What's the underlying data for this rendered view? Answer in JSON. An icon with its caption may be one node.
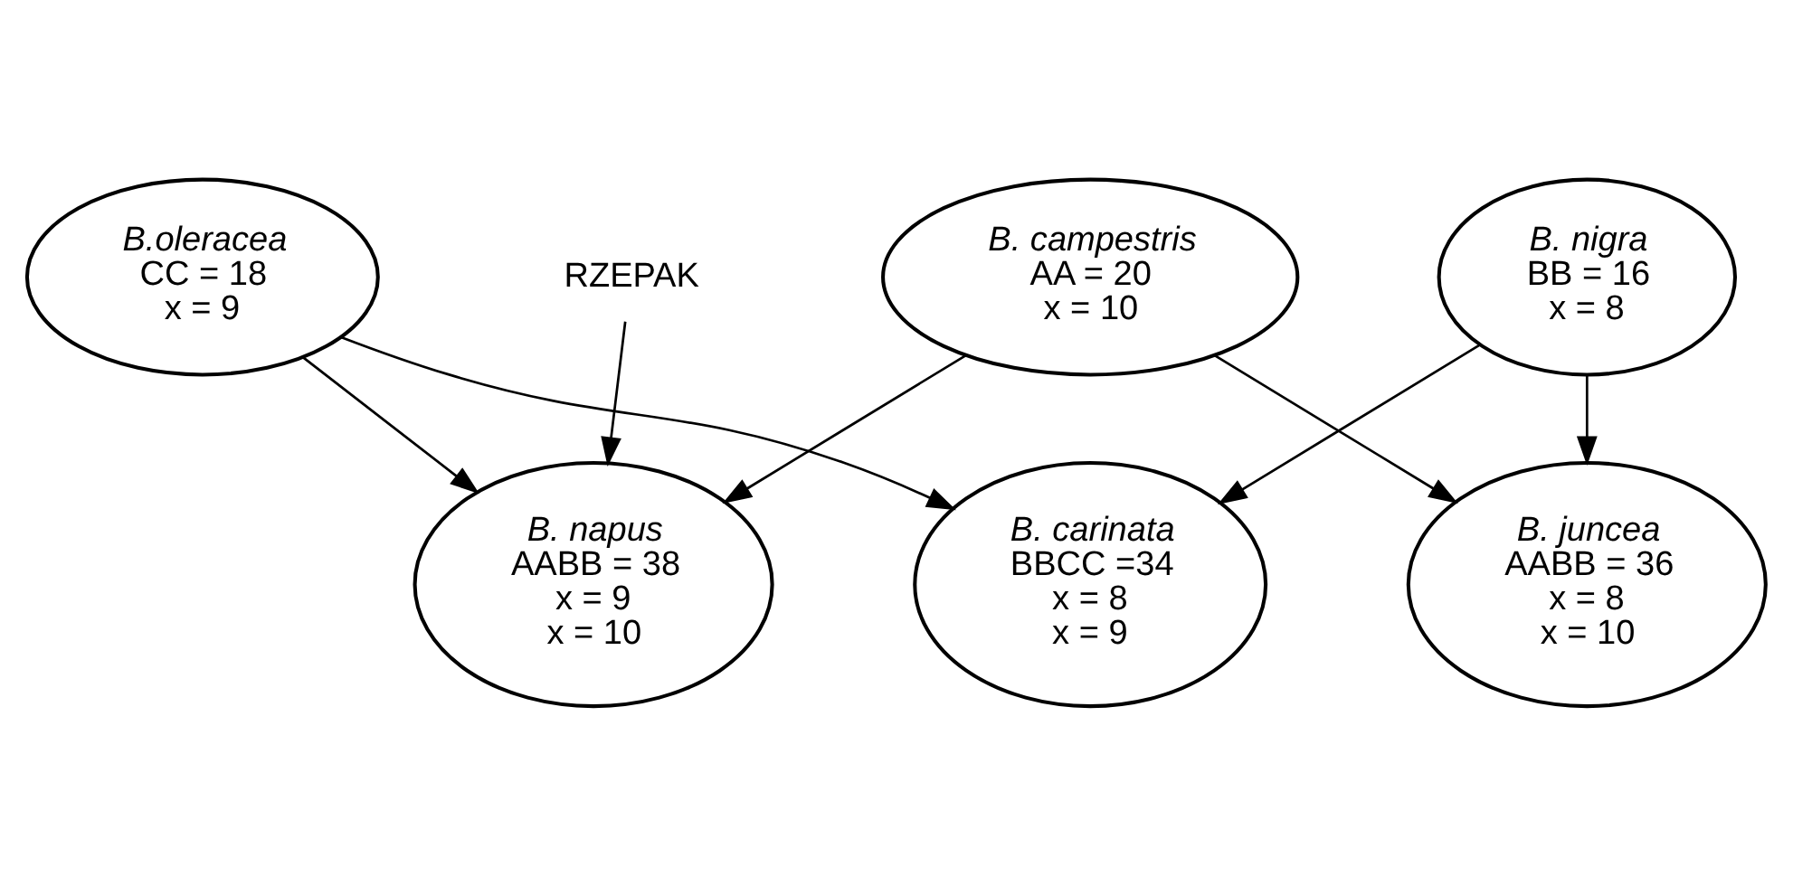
{
  "diagram": {
    "nodes": [
      {
        "text": [
          "B. nigra",
          "BB = 16",
          "x = 8"
        ]
      },
      {
        "text": [
          "B. carinata",
          "BBCC =34",
          "x = 8",
          "x = 9"
        ]
      },
      {
        "text": [
          "B. juncea",
          "AABB = 36",
          "x = 8",
          "x = 10"
        ]
      },
      {
        "text": [
          "RZEPAK"
        ]
      },
      {
        "text": [
          "B.oleracea",
          "CC = 18",
          "x = 9"
        ]
      },
      {
        "text": [
          "B. napus",
          "AABB = 38",
          "x = 9",
          "x = 10"
        ]
      },
      {
        "text": [
          "B. campestris",
          "AA = 20",
          "x = 10"
        ]
      }
    ],
    "edges": [
      {
        "from": 0,
        "to": 1,
        "arrow": "to"
      },
      {
        "from": 0,
        "to": 2,
        "arrow": "to"
      },
      {
        "from": 4,
        "to": 1,
        "arrow": "to"
      },
      {
        "from": 6,
        "to": 2,
        "arrow": "to"
      },
      {
        "from": 4,
        "to": 5,
        "arrow": "to"
      },
      {
        "from": 6,
        "to": 5,
        "arrow": "to"
      },
      {
        "from": 3,
        "to": 5,
        "arrow": "to"
      }
    ]
  }
}
